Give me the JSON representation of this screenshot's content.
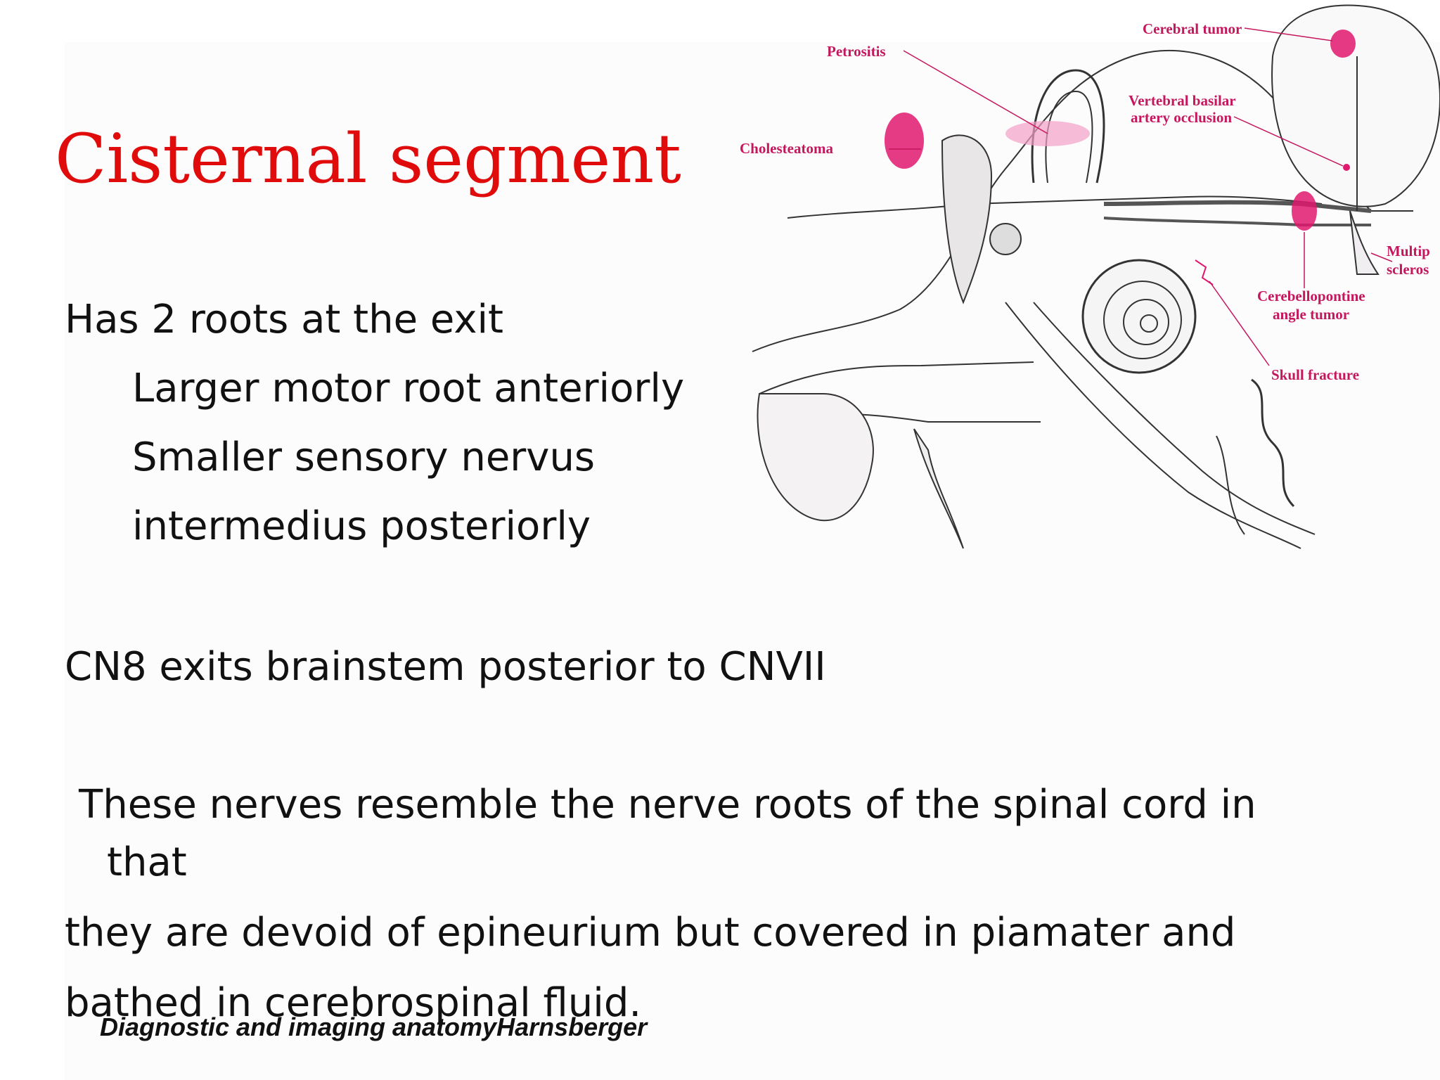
{
  "slide": {
    "title": "Cisternal segment",
    "body": [
      "Has 2 roots at the exit",
      "Larger motor root anteriorly",
      "Smaller sensory nervus",
      "intermedius posteriorly",
      "CN8 exits brainstem posterior to CNVII",
      "These nerves resemble the nerve roots of the spinal cord in",
      "that",
      "they are devoid of epineurium but covered in piamater and",
      "bathed in cerebrospinal fluid."
    ],
    "citation": "Diagnostic and imaging anatomyHarnsberger"
  },
  "figure": {
    "labels": {
      "cerebral_tumor": "Cerebral tumor",
      "petrositis": "Petrositis",
      "vertebral_basilar_1": "Vertebral basilar",
      "vertebral_basilar_2": "artery occlusion",
      "cholesteatoma": "Cholesteatoma",
      "multiple_sclerosis_1": "Multip",
      "multiple_sclerosis_2": "scleros",
      "cerebellopontine_1": "Cerebellopontine",
      "cerebellopontine_2": "angle tumor",
      "skull_fracture": "Skull fracture"
    }
  },
  "colors": {
    "title": "#e00b0b",
    "body_text": "#111111",
    "label": "#c4175d",
    "lesion": "#e0186e"
  }
}
